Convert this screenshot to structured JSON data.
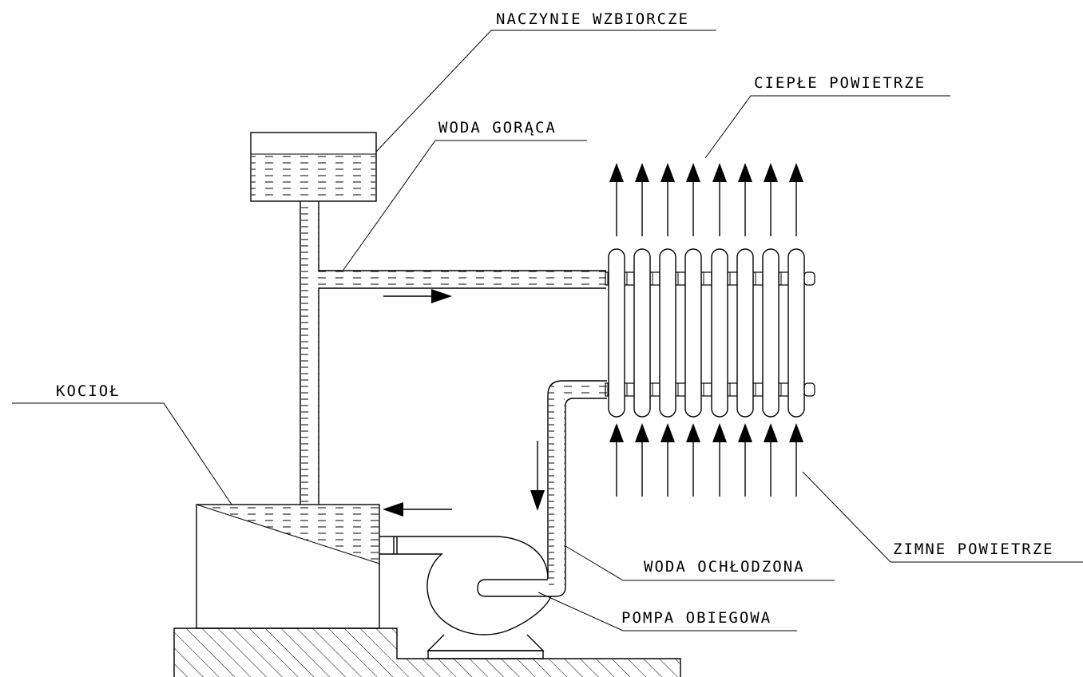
{
  "labels": {
    "expansion_tank": "NACZYNIE WZBIORCZE",
    "hot_water": "WODA GORĄCA",
    "warm_air": "CIEPŁE POWIETRZE",
    "boiler": "KOCIOŁ",
    "cold_air": "ZIMNE POWIETRZE",
    "cooled_water": "WODA OCHŁODZONA",
    "circulation_pump": "POMPA OBIEGOWA"
  },
  "colors": {
    "line": "#000000",
    "background": "#ffffff"
  }
}
